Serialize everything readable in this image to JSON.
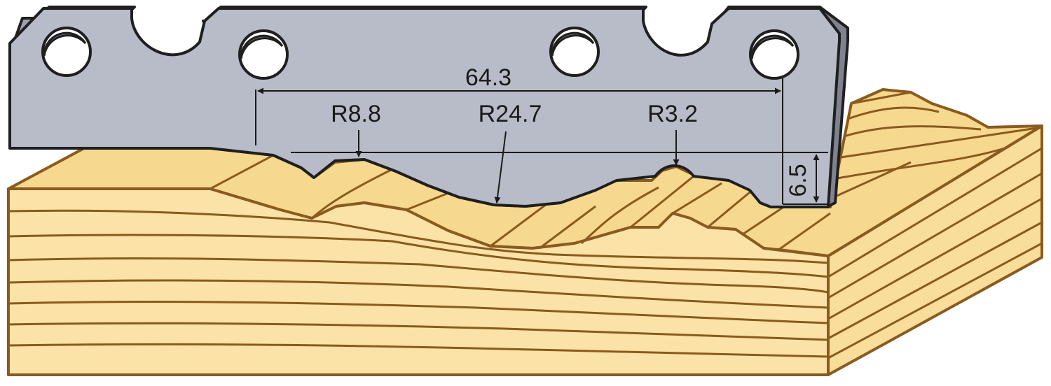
{
  "colors": {
    "steel_face": "#b8bcc8",
    "steel_top": "#9da1ad",
    "steel_side": "#7f838f",
    "wood_face": "#fbe3a8",
    "wood_top": "#f6d98e",
    "wood_side": "#f9de9b",
    "grain": "#8a5a1e",
    "outline": "#1f1f1f"
  },
  "dimensions": {
    "width_label": "64.3",
    "depth_label": "6.5",
    "radius_left_label": "R8.8",
    "radius_center_label": "R24.7",
    "radius_right_label": "R3.2"
  }
}
